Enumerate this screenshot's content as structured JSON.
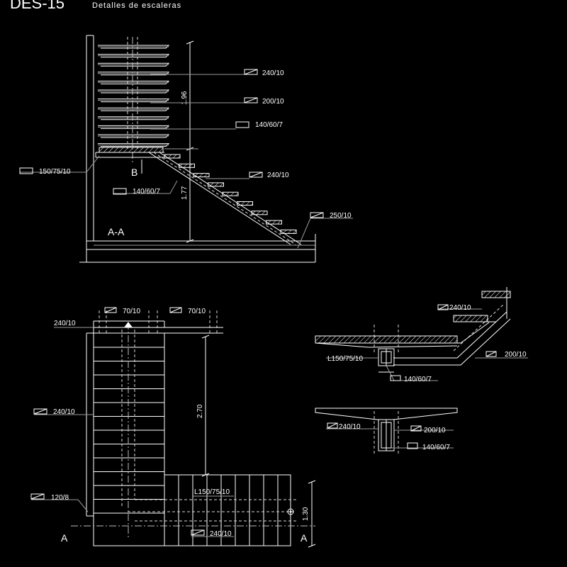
{
  "title": {
    "code": "DES-15",
    "subtitle": "Detalles de escaleras"
  },
  "section_view": {
    "section_label": "A-A",
    "point_label": "B",
    "dimensions": [
      "1.96",
      "1.77"
    ],
    "profiles": [
      "240/10",
      "200/10",
      "140/60/7",
      "150/75/10",
      "240/10",
      "140/60/7",
      "250/10"
    ]
  },
  "plan_view": {
    "profiles": [
      "70/10",
      "70/10",
      "240/10",
      "240/10",
      "120/8",
      "L150/75/10",
      "240/10"
    ],
    "dimensions": [
      "2.70",
      "1.30"
    ],
    "cut_labels": [
      "A",
      "A"
    ]
  },
  "detail_top": {
    "profiles": [
      "240/10",
      "L150/75/10",
      "140/60/7",
      "200/10"
    ]
  },
  "detail_bottom": {
    "profiles": [
      "240/10",
      "200/10",
      "140/60/7"
    ]
  }
}
